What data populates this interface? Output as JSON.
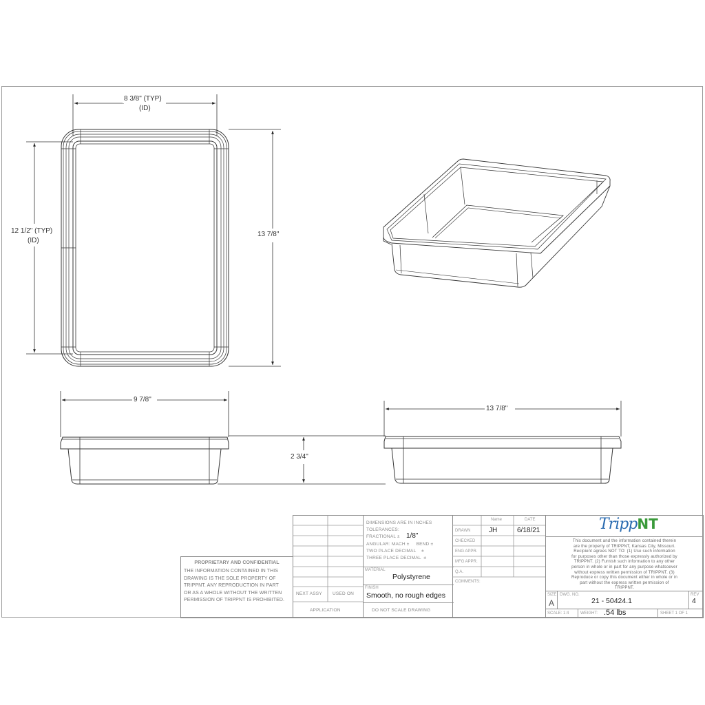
{
  "drawing": {
    "top_view": {
      "width_dim": "8 3/8\" (TYP)",
      "width_note": "(ID)",
      "length_dim": "12 1/2\" (TYP)",
      "length_note": "(ID)",
      "overall_length": "13 7/8\""
    },
    "front_view": {
      "overall_width": "9 7/8\"",
      "height": "2 3/4\""
    },
    "side_view": {
      "overall_length": "13 7/8\""
    }
  },
  "title_block": {
    "proprietary": {
      "heading": "PROPRIETARY AND CONFIDENTIAL",
      "body": "THE INFORMATION CONTAINED IN THIS DRAWING IS THE SOLE PROPERTY OF TRIPPNT. ANY REPRODUCTION IN PART OR AS A WHOLE WITHOUT THE WRITTEN PERMISSION OF TRIPPNT IS PROHIBITED."
    },
    "next_assy": "NEXT ASSY",
    "used_on": "USED ON",
    "application": "APPLICATION",
    "tolerances": {
      "line1": "DIMENSIONS ARE IN INCHES",
      "line2": "TOLERANCES:",
      "fractional_label": "FRACTIONAL ±",
      "fractional_value": "1/8\"",
      "angular": "ANGULAR: MACH ±     BEND ±",
      "two_place": "TWO PLACE DECIMAL    ±",
      "three_place": "THREE PLACE DECIMAL  ±"
    },
    "material_label": "MATERIAL",
    "material": "Polystyrene",
    "finish_label": "FINISH",
    "finish": "Smooth, no rough edges",
    "do_not_scale": "DO NOT SCALE DRAWING",
    "approvals": {
      "name_header": "Name",
      "date_header": "DATE",
      "rows": [
        {
          "label": "DRAWN",
          "name": "JH",
          "date": "6/18/21"
        },
        {
          "label": "CHECKED",
          "name": "",
          "date": ""
        },
        {
          "label": "ENG APPR.",
          "name": "",
          "date": ""
        },
        {
          "label": "MFG APPR.",
          "name": "",
          "date": ""
        },
        {
          "label": "Q.A.",
          "name": "",
          "date": ""
        }
      ],
      "comments_label": "COMMENTS:"
    },
    "company": {
      "logo_script": "Tripp",
      "logo_bold": "NT",
      "notice": "This document and the information contained therein are the property of TRIPPNT, Kansas City, Missouri. Recipient agrees NOT TO: (1) Use such information for purposes other than those expressly authorized by TRIPPNT. (2) Furnish such information to any other person in whole or in part for any purpose whatsoever without express written permission of TRIPPNT. (3) Reproduce or copy this document either in whole or in part without the express written permission of TRIPPNT."
    },
    "size_label": "SIZE",
    "size": "A",
    "dwg_no_label": "DWG. NO.",
    "dwg_no": "21 - 50424.1",
    "rev_label": "REV",
    "rev": "4",
    "scale": "SCALE: 1:4",
    "weight_label": "WEIGHT:",
    "weight": ".54 lbs",
    "sheet": "SHEET 1 OF 1"
  }
}
